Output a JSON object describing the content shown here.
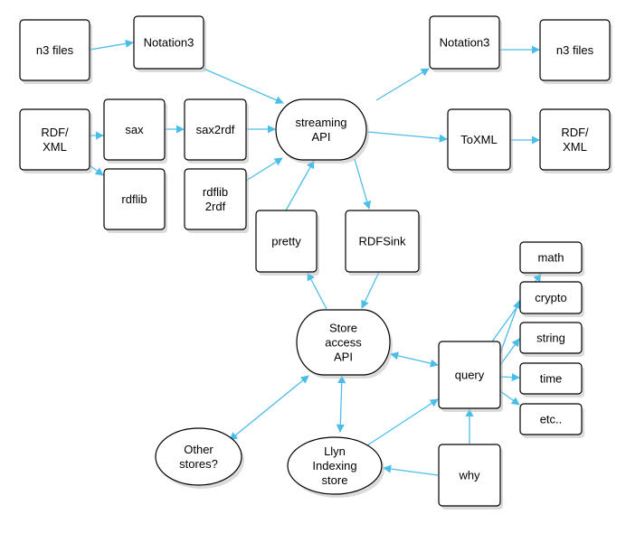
{
  "diagram": {
    "edge_color": "#4bbde9",
    "nodes": {
      "n3_files_in": "n3 files",
      "notation3_in": "Notation3",
      "notation3_out": "Notation3",
      "n3_files_out": "n3 files",
      "rdfxml_in": [
        "RDF/",
        "XML"
      ],
      "sax": "sax",
      "sax2rdf": "sax2rdf",
      "streaming_api": [
        "streaming",
        "API"
      ],
      "toxml": "ToXML",
      "rdfxml_out": [
        "RDF/",
        "XML"
      ],
      "rdflib": "rdflib",
      "rdflib2rdf": [
        "rdflib",
        "2rdf"
      ],
      "pretty": "pretty",
      "rdfsink": "RDFSink",
      "math": "math",
      "crypto": "crypto",
      "string": "string",
      "time": "time",
      "etc": "etc..",
      "store_access_api": [
        "Store",
        "access",
        "API"
      ],
      "query": "query",
      "other_stores": [
        "Other",
        "stores?"
      ],
      "llyn": [
        "Llyn",
        "Indexing",
        "store"
      ],
      "why": "why"
    }
  }
}
